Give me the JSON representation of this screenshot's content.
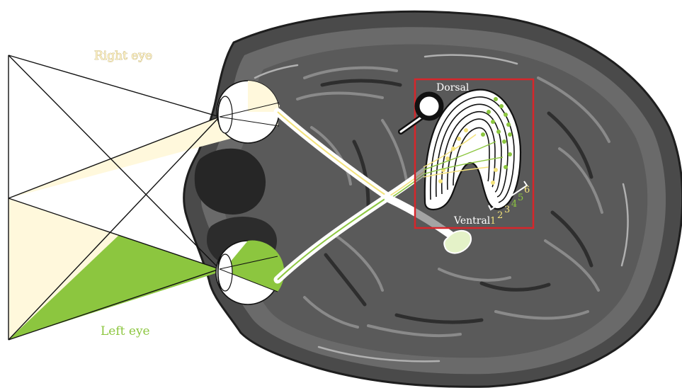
{
  "labels": {
    "right_eye": "Right eye",
    "left_eye": "Left eye",
    "dorsal": "Dorsal",
    "ventral": "Ventral"
  },
  "layers": [
    "1",
    "2",
    "3",
    "4",
    "5",
    "6"
  ],
  "colors": {
    "right_eye_field": "#fff8dc",
    "left_eye_field": "#8cc63f",
    "right_pathway": "#f3e27a",
    "left_pathway": "#8cc63f",
    "inset_border": "#d7262b",
    "brain_dark": "#3a3a3a",
    "brain_mid": "#6d6d6d"
  },
  "icons": {
    "magnifier": "magnifier-icon"
  }
}
